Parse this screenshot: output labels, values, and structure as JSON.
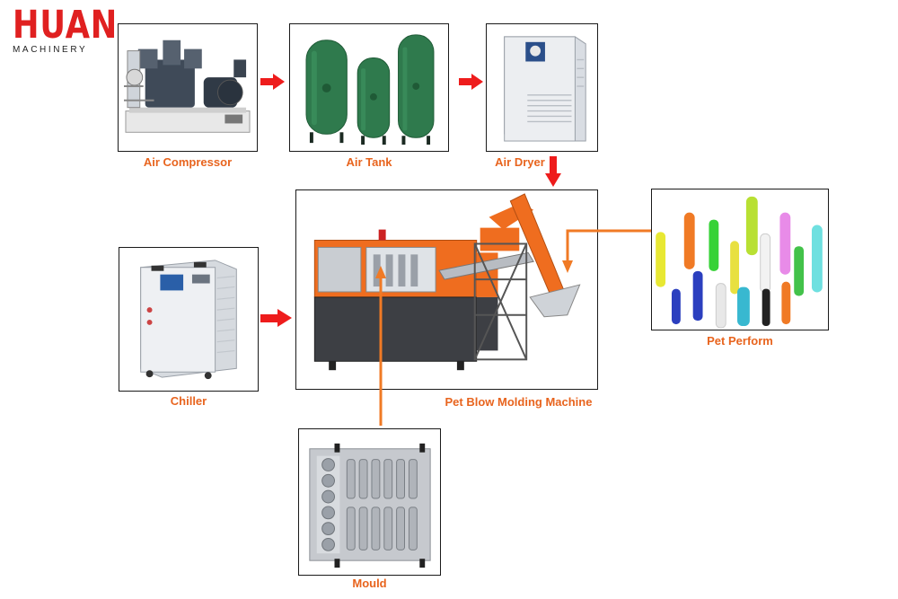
{
  "brand": {
    "name": "HUAN",
    "tagline": "MACHINERY"
  },
  "nodes": {
    "air_compressor": {
      "label": "Air Compressor"
    },
    "air_tank": {
      "label": "Air Tank"
    },
    "air_dryer": {
      "label": "Air Dryer"
    },
    "chiller": {
      "label": "Chiller"
    },
    "pet_blow_molding_machine": {
      "label": "Pet Blow Molding Machine"
    },
    "pet_perform": {
      "label": "Pet Perform"
    },
    "mould": {
      "label": "Mould"
    }
  },
  "colors": {
    "red_arrow": "#ee1c1c",
    "orange_arrow": "#f07a25",
    "label_orange": "#e8641e",
    "logo_red": "#e02020",
    "machine_orange": "#ef6d1f",
    "tank_green": "#2f7a4d",
    "frame": "#1a1a1a"
  }
}
